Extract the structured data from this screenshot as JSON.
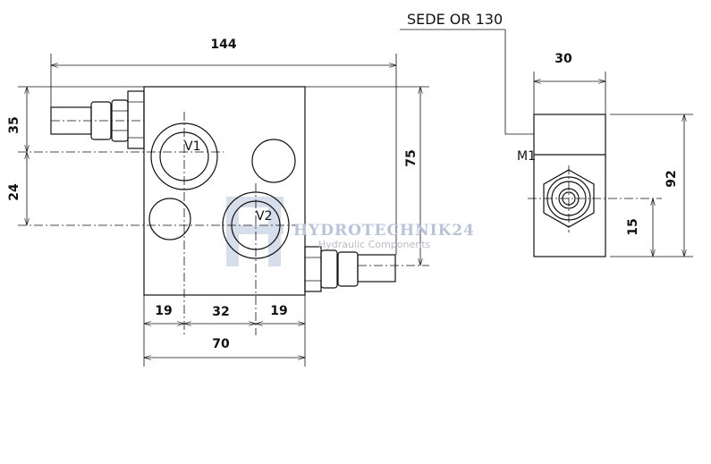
{
  "front_view": {
    "dim_length": "144",
    "dim_upper_port": "35",
    "dim_port_spacing": "24",
    "dim_height": "75",
    "dim_left_offset": "19",
    "dim_center": "32",
    "dim_right_offset": "19",
    "dim_width": "70",
    "port_v1": "V1",
    "port_v2": "V2"
  },
  "side_view": {
    "seal_label": "SEDE OR 130",
    "dim_width": "30",
    "dim_height": "92",
    "dim_port_height": "15",
    "port_m1": "M1"
  },
  "watermark": {
    "brand": "HYDROTECHNIK24",
    "tagline": "Hydraulic Components"
  }
}
